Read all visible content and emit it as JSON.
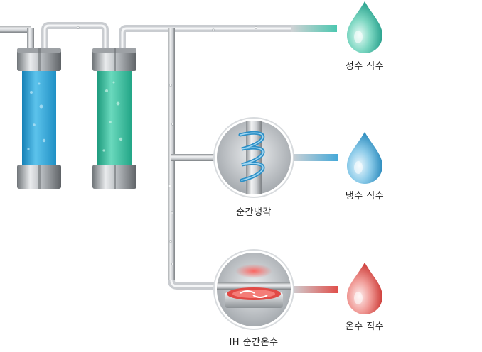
{
  "outputs": {
    "purified": {
      "label": "정수 직수",
      "color": "#3fb8a6"
    },
    "cold": {
      "label": "냉수 직수",
      "color": "#44a6d3"
    },
    "hot": {
      "label": "온수 직수",
      "color": "#e0504c"
    }
  },
  "modules": {
    "cooling": {
      "label": "순간냉각"
    },
    "heating": {
      "label": "IH 순간온수"
    }
  },
  "filters": [
    {
      "color": "#2fa7d8"
    },
    {
      "color": "#3dbf9f"
    }
  ]
}
